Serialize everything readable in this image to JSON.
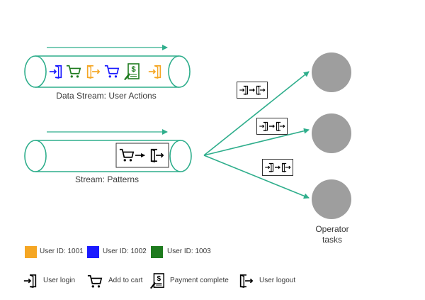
{
  "streams": {
    "actions_label": "Data Stream: User Actions",
    "patterns_label": "Stream: Patterns"
  },
  "operator": {
    "label_line1": "Operator",
    "label_line2": "tasks"
  },
  "user_legend": [
    {
      "label": "User ID: 1001",
      "color": "#f5a623"
    },
    {
      "label": "User ID: 1002",
      "color": "#1a1aff"
    },
    {
      "label": "User ID: 1003",
      "color": "#1e7b1e"
    }
  ],
  "icon_legend": [
    {
      "label": "User login",
      "icon": "login-icon"
    },
    {
      "label": "Add to cart",
      "icon": "cart-icon"
    },
    {
      "label": "Payment complete",
      "icon": "payment-icon"
    },
    {
      "label": "User logout",
      "icon": "logout-icon"
    }
  ],
  "colors": {
    "pipe": "#2fae8c",
    "operator_circle": "#9e9e9e",
    "user_1001": "#f5a623",
    "user_1002": "#1a1aff",
    "user_1003": "#1e7b1e"
  }
}
